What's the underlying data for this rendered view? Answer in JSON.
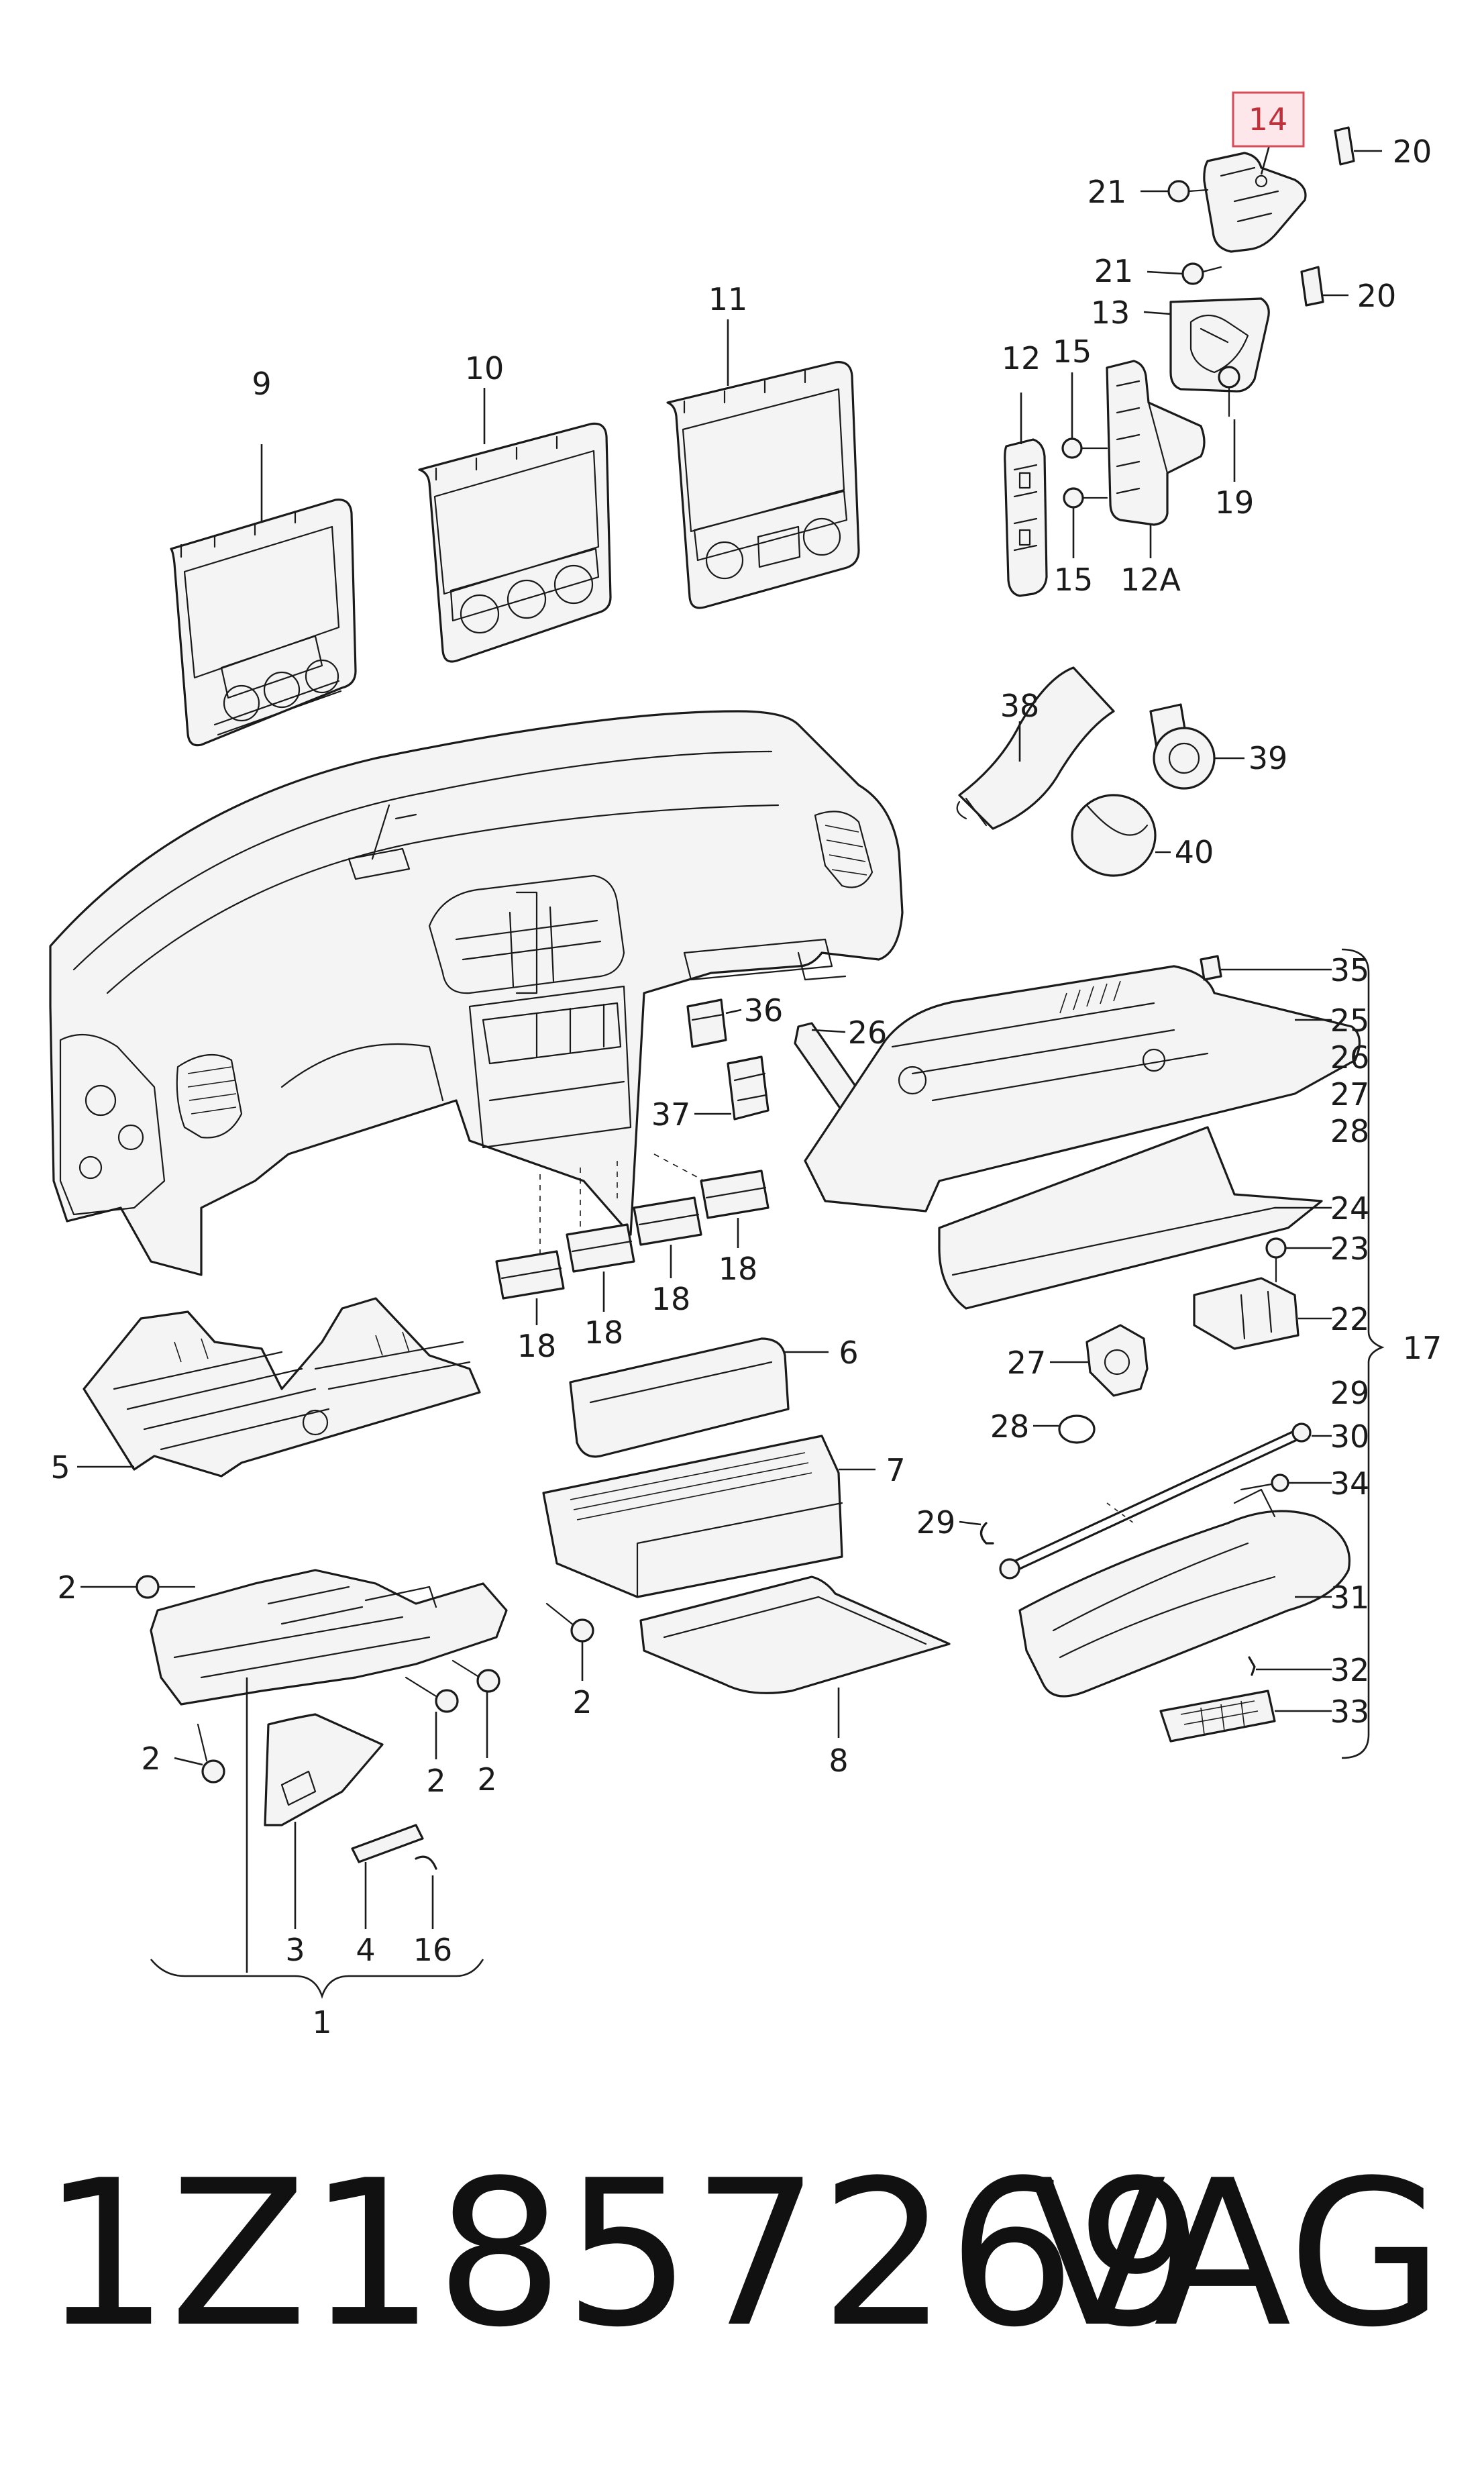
{
  "highlight": {
    "label": "14",
    "color": "#d84a57",
    "fill": "#fde7ea"
  },
  "footer": {
    "part_number": "1Z1857269",
    "brand": "VAG"
  },
  "callouts": {
    "c1": "1",
    "c2a": "2",
    "c2b": "2",
    "c2c": "2",
    "c2d": "2",
    "c2e": "2",
    "c3": "3",
    "c4": "4",
    "c5": "5",
    "c6": "6",
    "c7": "7",
    "c8": "8",
    "c9": "9",
    "c10": "10",
    "c11": "11",
    "c12": "12",
    "c12a": "12A",
    "c13": "13",
    "c15a": "15",
    "c15b": "15",
    "c16": "16",
    "c17": "17",
    "c18a": "18",
    "c18b": "18",
    "c18c": "18",
    "c18d": "18",
    "c19": "19",
    "c20a": "20",
    "c20b": "20",
    "c21a": "21",
    "c21b": "21",
    "c22": "22",
    "c23": "23",
    "c24": "24",
    "c25": "25",
    "c26a": "26",
    "c26b": "26",
    "c27a": "27",
    "c27b": "27",
    "c28a": "28",
    "c28b": "28",
    "c29a": "29",
    "c29b": "29",
    "c30": "30",
    "c31": "31",
    "c32": "32",
    "c33": "33",
    "c34": "34",
    "c35": "35",
    "c36": "36",
    "c37": "37",
    "c38": "38",
    "c39": "39",
    "c40": "40"
  }
}
